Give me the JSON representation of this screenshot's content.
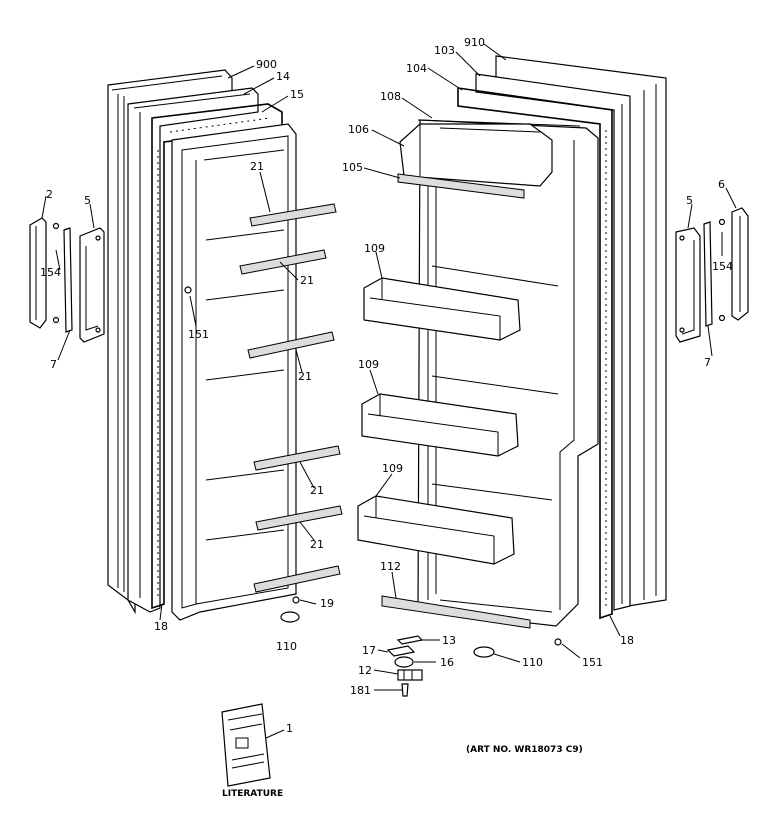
{
  "diagram": {
    "callouts": [
      {
        "id": "c900",
        "text": "900"
      },
      {
        "id": "c14",
        "text": "14"
      },
      {
        "id": "c15",
        "text": "15"
      },
      {
        "id": "c2",
        "text": "2"
      },
      {
        "id": "c5l",
        "text": "5"
      },
      {
        "id": "c154l",
        "text": "154"
      },
      {
        "id": "c7l",
        "text": "7"
      },
      {
        "id": "c21a",
        "text": "21"
      },
      {
        "id": "c21b",
        "text": "21"
      },
      {
        "id": "c151l",
        "text": "151"
      },
      {
        "id": "c21c",
        "text": "21"
      },
      {
        "id": "c21d",
        "text": "21"
      },
      {
        "id": "c21e",
        "text": "21"
      },
      {
        "id": "c19",
        "text": "19"
      },
      {
        "id": "c18l",
        "text": "18"
      },
      {
        "id": "c110l",
        "text": "110"
      },
      {
        "id": "c910",
        "text": "910"
      },
      {
        "id": "c103",
        "text": "103"
      },
      {
        "id": "c104",
        "text": "104"
      },
      {
        "id": "c108",
        "text": "108"
      },
      {
        "id": "c106",
        "text": "106"
      },
      {
        "id": "c105",
        "text": "105"
      },
      {
        "id": "c109a",
        "text": "109"
      },
      {
        "id": "c109b",
        "text": "109"
      },
      {
        "id": "c109c",
        "text": "109"
      },
      {
        "id": "c112",
        "text": "112"
      },
      {
        "id": "c6",
        "text": "6"
      },
      {
        "id": "c5r",
        "text": "5"
      },
      {
        "id": "c154r",
        "text": "154"
      },
      {
        "id": "c7r",
        "text": "7"
      },
      {
        "id": "c18r",
        "text": "18"
      },
      {
        "id": "c151r",
        "text": "151"
      },
      {
        "id": "c110r",
        "text": "110"
      },
      {
        "id": "c17",
        "text": "17"
      },
      {
        "id": "c13",
        "text": "13"
      },
      {
        "id": "c16",
        "text": "16"
      },
      {
        "id": "c12",
        "text": "12"
      },
      {
        "id": "c181",
        "text": "181"
      },
      {
        "id": "c1",
        "text": "1"
      }
    ],
    "literature_label": "LITERATURE",
    "art_number": "(ART NO. WR18073 C9)"
  }
}
